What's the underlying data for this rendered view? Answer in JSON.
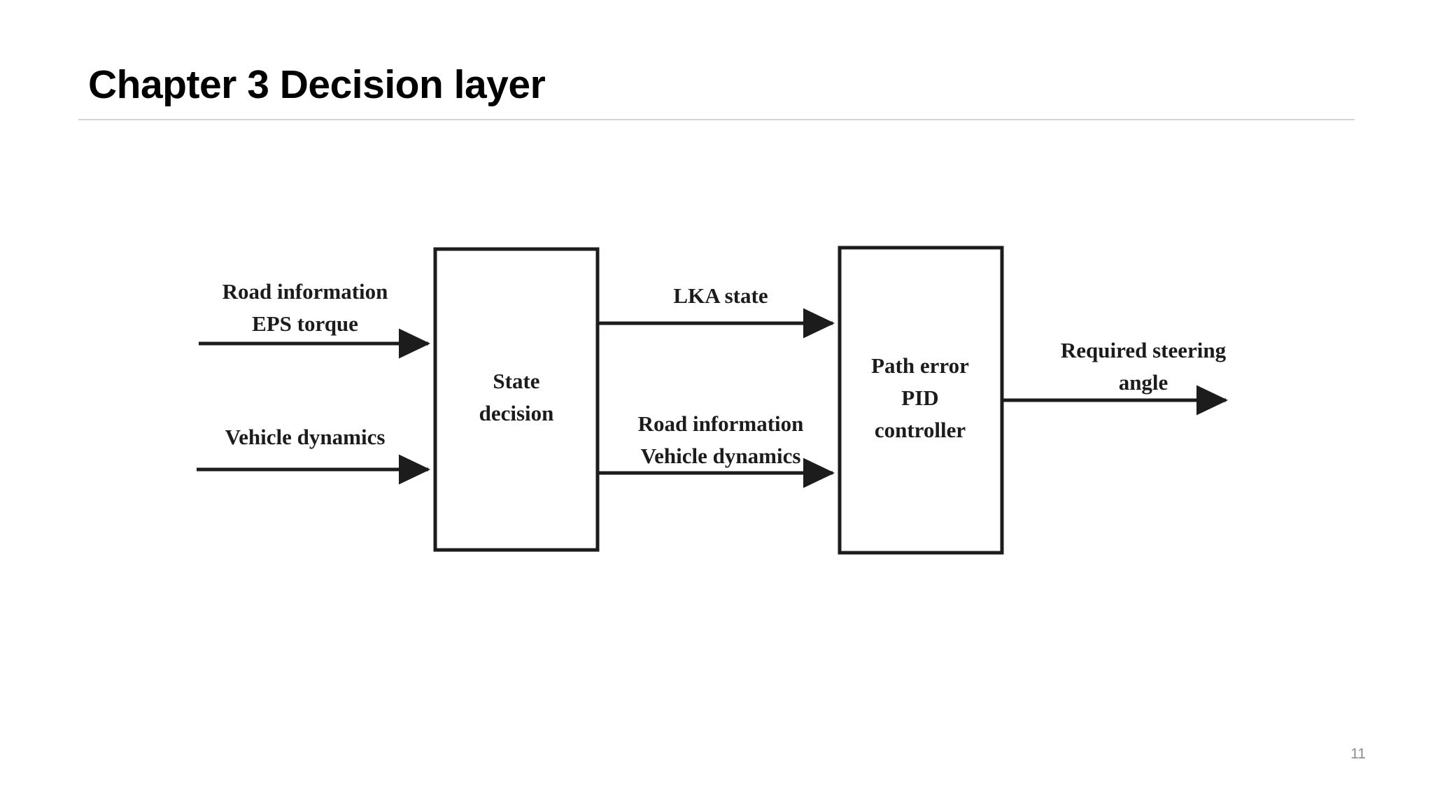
{
  "slide": {
    "title": "Chapter 3 Decision layer",
    "page_number": "11",
    "colors": {
      "background": "#ffffff",
      "title_text": "#000000",
      "rule": "#d4d4d4",
      "diagram_stroke": "#1c1c1c",
      "diagram_text": "#1c1c1c",
      "page_number_text": "#8d8d8d"
    }
  },
  "diagram": {
    "type": "block-flow-diagram",
    "blocks": [
      {
        "id": "state-decision",
        "label": "State\ndecision"
      },
      {
        "id": "pid-controller",
        "label": "Path error\nPID\ncontroller"
      }
    ],
    "inputs": [
      {
        "id": "input-road-eps",
        "label": "Road information\nEPS torque",
        "target": "state-decision"
      },
      {
        "id": "input-vehicle-dynamics",
        "label": "Vehicle dynamics",
        "target": "state-decision"
      }
    ],
    "connections": [
      {
        "id": "conn-lka-state",
        "label": "LKA state",
        "from": "state-decision",
        "to": "pid-controller"
      },
      {
        "id": "conn-road-vehicle",
        "label": "Road information\nVehicle dynamics",
        "from": "state-decision",
        "to": "pid-controller"
      }
    ],
    "outputs": [
      {
        "id": "output-steering-angle",
        "label": "Required steering\nangle",
        "from": "pid-controller"
      }
    ]
  }
}
